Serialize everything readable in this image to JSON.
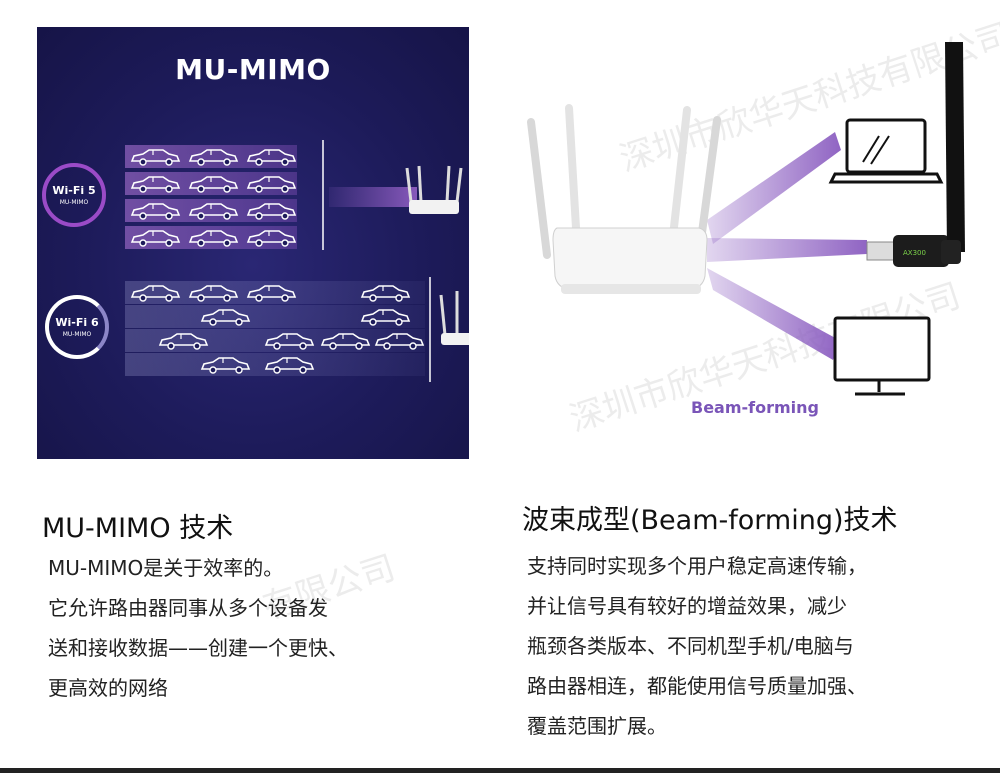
{
  "mimo": {
    "title": "MU-MIMO",
    "wifi5": {
      "label": "Wi-Fi 5",
      "sub": "MU-MIMO"
    },
    "wifi6": {
      "label": "Wi-Fi 6",
      "sub": "MU-MIMO"
    }
  },
  "beam": {
    "label": "Beam-forming",
    "adapter_label": "AX300"
  },
  "left_section": {
    "title": "MU-MIMO 技术",
    "lines": [
      "MU-MIMO是关于效率的。",
      "它允许路由器同事从多个设备发",
      "送和接收数据——创建一个更快、",
      "更高效的网络"
    ]
  },
  "right_section": {
    "title": "波束成型(Beam-forming)技术",
    "lines": [
      "支持同时实现多个用户稳定高速传输，",
      "并让信号具有较好的增益效果，减少",
      "瓶颈各类版本、不同机型手机/电脑与",
      "路由器相连，都能使用信号质量加强、",
      "覆盖范围扩展。"
    ]
  },
  "colors": {
    "panel_bg": "#1d1b5a",
    "wifi5_ring": "#9a4bc7",
    "beam_purple": "#8a5cc0"
  }
}
